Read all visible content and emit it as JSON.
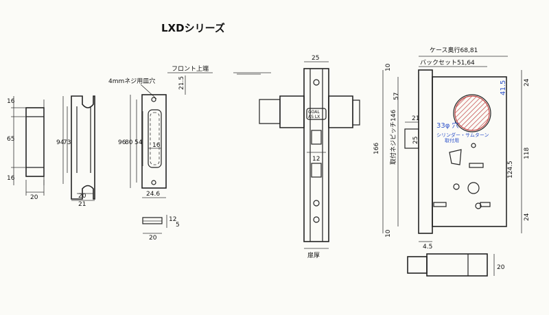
{
  "title": "LXDシリーズ",
  "strike_box": {
    "dim_height": "65",
    "dim_top": "16",
    "dim_bottom": "16",
    "dim_width": "20"
  },
  "strike_plate": {
    "dim_94": "94",
    "dim_73": "73",
    "dim_20": "20",
    "dim_21": "21"
  },
  "strike_front": {
    "screw_label": "4mmネジ用皿穴",
    "dim_96": "96",
    "dim_80": "80",
    "dim_54": "54",
    "dim_16": "16",
    "dim_246": "24.6",
    "small_12": "12",
    "small_5": "5",
    "small_20": "20"
  },
  "front_plate": {
    "front_top_label": "フロント上端",
    "dim_215": "21.5",
    "dim_25": "25",
    "dim_12": "12",
    "door_thickness": "扉厚",
    "badge_1": "GOAL",
    "badge_2": "AS LX"
  },
  "lock_body": {
    "case_depth": "ケース奥行68,81",
    "backset": "バックセット51,64",
    "dim_10_top": "10",
    "dim_57": "57",
    "dim_21": "21",
    "dim_25": "25",
    "dim_166": "166",
    "screw_pitch": "取付ネジピッチ146",
    "dim_10_bot": "10",
    "dim_45": "4.5",
    "dim_415": "41.5",
    "dim_24_top": "24",
    "dim_118": "118",
    "dim_1245": "124.5",
    "dim_24_bot": "24",
    "hole_label": "33φ 穴",
    "cyl_label": "シリンダー・サムターン",
    "cyl_label2": "取付用",
    "spindle_dim": "20"
  }
}
